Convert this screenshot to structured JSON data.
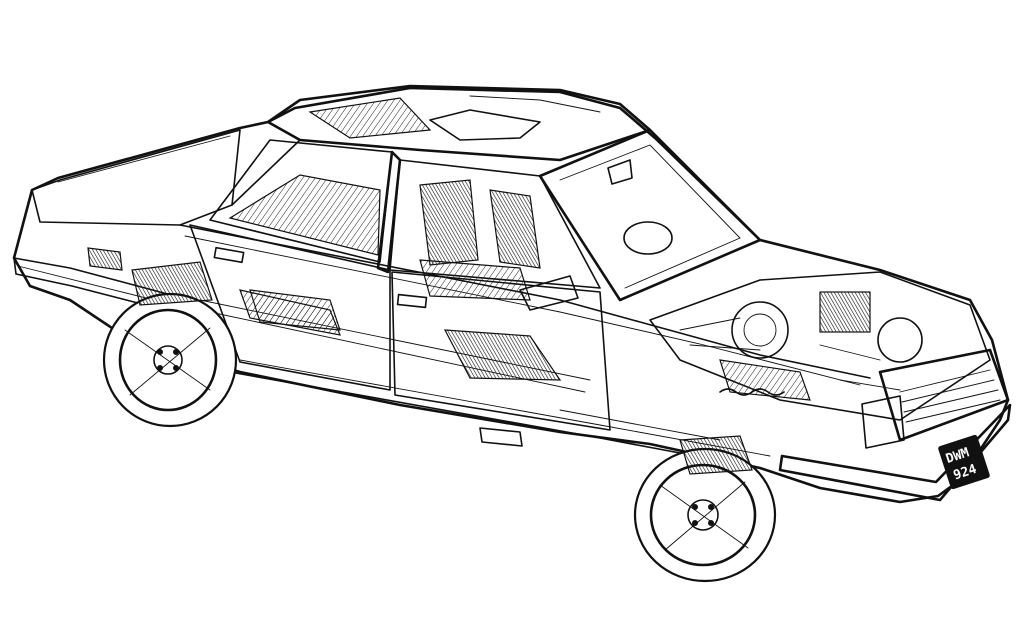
{
  "illustration": {
    "subject": "car-cutaway",
    "colors": {
      "ink": "#111111",
      "paper": "#ffffff"
    },
    "number_plate": {
      "line1": "DWM",
      "line2": "924"
    }
  }
}
